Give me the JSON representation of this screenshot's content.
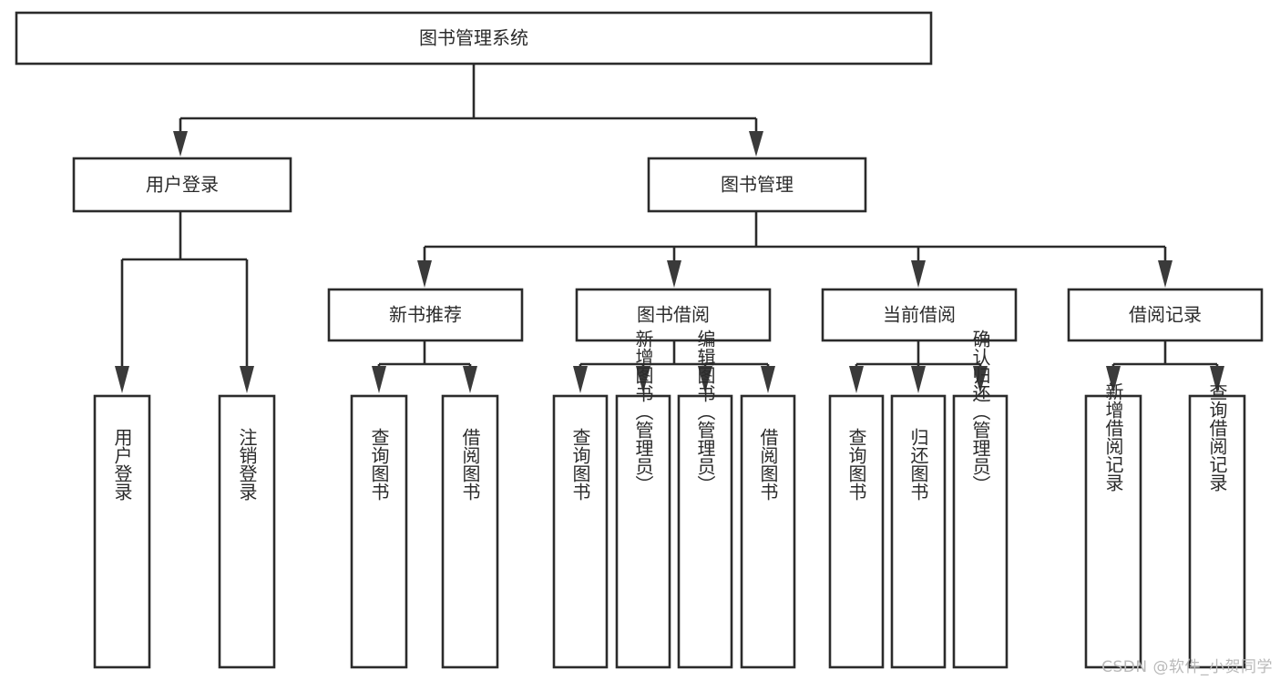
{
  "diagram": {
    "type": "tree-hierarchy-chart",
    "title": "图书管理系统",
    "background_color": "#ffffff",
    "box_border_color": "#2b2b2b",
    "box_fill_color": "#ffffff",
    "connector_color": "#2b2b2b",
    "text_color": "#2b2b2b",
    "levels": 4,
    "nodes": {
      "root": {
        "label": "图书管理系统"
      },
      "level2": [
        {
          "label": "用户登录"
        },
        {
          "label": "图书管理"
        }
      ],
      "level3": [
        {
          "label": "新书推荐"
        },
        {
          "label": "图书借阅"
        },
        {
          "label": "当前借阅"
        },
        {
          "label": "借阅记录"
        }
      ],
      "leaves_user_login": [
        {
          "label": "用户登录"
        },
        {
          "label": "注销登录"
        }
      ],
      "leaves_new_book": [
        {
          "label": "查询图书"
        },
        {
          "label": "借阅图书"
        }
      ],
      "leaves_borrow": [
        {
          "label": "查询图书"
        },
        {
          "label": "新增图书（管理员）"
        },
        {
          "label": "编辑图书（管理员）"
        },
        {
          "label": "借阅图书"
        }
      ],
      "leaves_current": [
        {
          "label": "查询图书"
        },
        {
          "label": "归还图书"
        },
        {
          "label": "确认归还（管理员）"
        }
      ],
      "leaves_records": [
        {
          "label": "新增借阅记录"
        },
        {
          "label": "查询借阅记录"
        }
      ]
    }
  },
  "watermark": {
    "text": "CSDN @软件_小贺同学",
    "color": "#b9b9b9"
  }
}
